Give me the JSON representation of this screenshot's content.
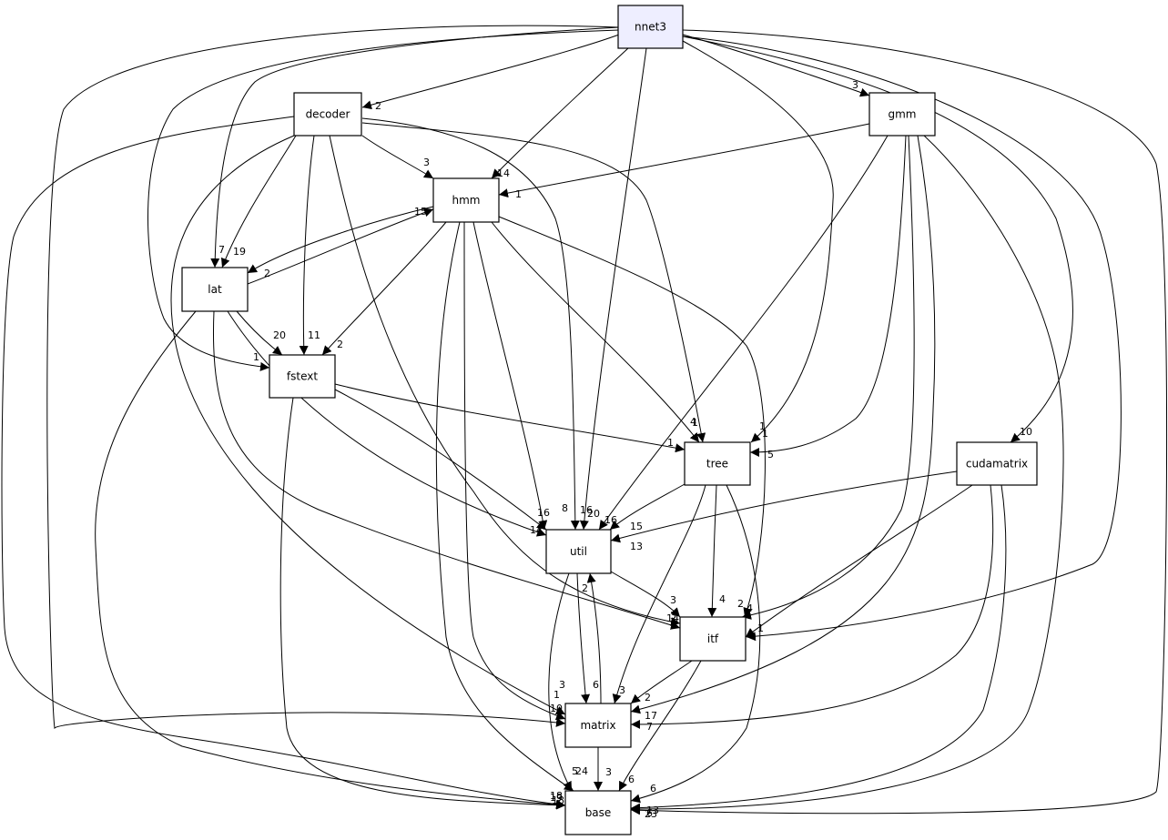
{
  "nodes": [
    {
      "id": "nnet3",
      "label": "nnet3",
      "root": true
    },
    {
      "id": "decoder",
      "label": "decoder"
    },
    {
      "id": "gmm",
      "label": "gmm"
    },
    {
      "id": "hmm",
      "label": "hmm"
    },
    {
      "id": "lat",
      "label": "lat"
    },
    {
      "id": "fstext",
      "label": "fstext"
    },
    {
      "id": "tree",
      "label": "tree"
    },
    {
      "id": "cudamatrix",
      "label": "cudamatrix"
    },
    {
      "id": "util",
      "label": "util"
    },
    {
      "id": "itf",
      "label": "itf"
    },
    {
      "id": "matrix",
      "label": "matrix"
    },
    {
      "id": "base",
      "label": "base"
    }
  ],
  "edges": [
    {
      "id": "nnet3-decoder",
      "label": "2"
    },
    {
      "id": "nnet3-gmm",
      "label": "3"
    },
    {
      "id": "nnet3-hmm",
      "label": "14"
    },
    {
      "id": "nnet3-lat",
      "label": "7"
    },
    {
      "id": "nnet3-fstext",
      "label": "1"
    },
    {
      "id": "nnet3-util",
      "label": "20"
    },
    {
      "id": "nnet3-tree",
      "label": "1"
    },
    {
      "id": "nnet3-cudamatrix",
      "label": "10"
    },
    {
      "id": "nnet3-itf",
      "label": "1"
    },
    {
      "id": "nnet3-matrix",
      "label": "10"
    },
    {
      "id": "nnet3-base",
      "label": "6"
    },
    {
      "id": "decoder-hmm",
      "label": "3"
    },
    {
      "id": "decoder-lat",
      "label": "19"
    },
    {
      "id": "decoder-fstext",
      "label": "11"
    },
    {
      "id": "decoder-util",
      "label": "16"
    },
    {
      "id": "decoder-tree",
      "label": "1"
    },
    {
      "id": "decoder-itf",
      "label": "14"
    },
    {
      "id": "decoder-matrix",
      "label": "1"
    },
    {
      "id": "decoder-base",
      "label": "19"
    },
    {
      "id": "gmm-hmm",
      "label": "1"
    },
    {
      "id": "gmm-util",
      "label": "16"
    },
    {
      "id": "gmm-tree",
      "label": "5"
    },
    {
      "id": "gmm-itf",
      "label": "2"
    },
    {
      "id": "gmm-matrix",
      "label": "17"
    },
    {
      "id": "gmm-base",
      "label": "23"
    },
    {
      "id": "hmm-lat",
      "label": "2"
    },
    {
      "id": "lat-hmm",
      "label": "15"
    },
    {
      "id": "hmm-fstext",
      "label": "2"
    },
    {
      "id": "hmm-util",
      "label": "8"
    },
    {
      "id": "hmm-tree",
      "label": "4"
    },
    {
      "id": "hmm-itf",
      "label": "1"
    },
    {
      "id": "hmm-matrix",
      "label": "3"
    },
    {
      "id": "hmm-base",
      "label": "5"
    },
    {
      "id": "lat-fstext",
      "label": "20"
    },
    {
      "id": "lat-util",
      "label": "14"
    },
    {
      "id": "lat-itf",
      "label": "3"
    },
    {
      "id": "lat-base",
      "label": "18"
    },
    {
      "id": "fstext-tree",
      "label": "1"
    },
    {
      "id": "fstext-util",
      "label": "16"
    },
    {
      "id": "fstext-base",
      "label": "18"
    },
    {
      "id": "tree-util",
      "label": "15"
    },
    {
      "id": "tree-itf",
      "label": "4"
    },
    {
      "id": "tree-matrix",
      "label": "3"
    },
    {
      "id": "tree-base",
      "label": "6"
    },
    {
      "id": "cudamatrix-util",
      "label": "13"
    },
    {
      "id": "cudamatrix-itf",
      "label": "4"
    },
    {
      "id": "cudamatrix-matrix",
      "label": "7"
    },
    {
      "id": "cudamatrix-base",
      "label": "13"
    },
    {
      "id": "util-itf",
      "label": "3"
    },
    {
      "id": "util-matrix",
      "label": "6"
    },
    {
      "id": "matrix-util",
      "label": "2"
    },
    {
      "id": "util-base",
      "label": "24"
    },
    {
      "id": "itf-matrix",
      "label": "2"
    },
    {
      "id": "itf-base",
      "label": "6"
    },
    {
      "id": "matrix-base",
      "label": "3"
    }
  ]
}
